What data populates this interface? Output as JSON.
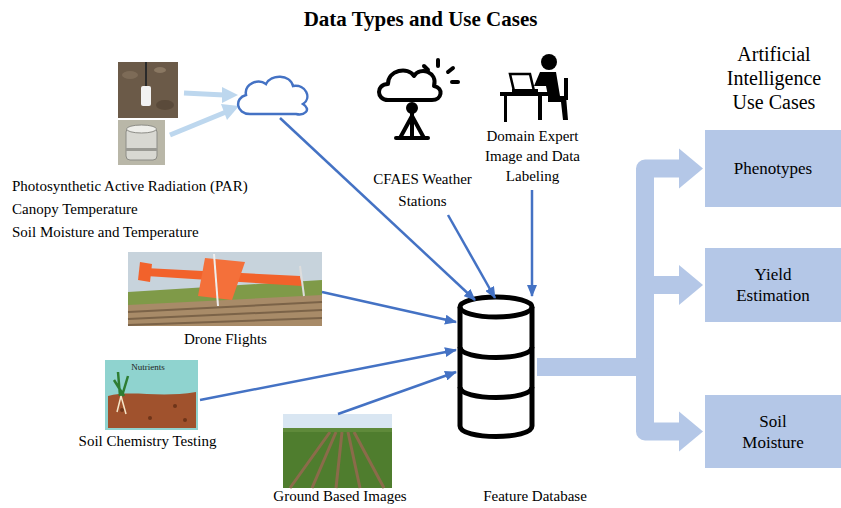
{
  "diagram": {
    "title": "Data Types and Use Cases",
    "nodes": [
      {
        "text": [
          "Photosynthetic Active Radiation (PAR)",
          "Canopy Temperature",
          "Soil Moisture and Temperature"
        ]
      },
      {
        "text": [
          "CFAES Weather Stations"
        ]
      },
      {
        "text": [
          "Domain Expert Image and Data Labeling"
        ]
      },
      {
        "text": [
          "Drone Flights"
        ]
      },
      {
        "text": [
          "Soil Chemistry Testing"
        ]
      },
      {
        "text": [
          "Ground Based Images"
        ]
      },
      {
        "text": [
          "Feature Database"
        ]
      },
      {
        "text": [
          "Phenotypes"
        ]
      },
      {
        "text": [
          "Yield Estimation"
        ]
      },
      {
        "text": [
          "Soil Moisture"
        ]
      }
    ],
    "edges": [
      {
        "from": 0,
        "to": 6,
        "arrow": "to"
      },
      {
        "from": 1,
        "to": 6,
        "arrow": "to"
      },
      {
        "from": 2,
        "to": 6,
        "arrow": "to"
      },
      {
        "from": 3,
        "to": 6,
        "arrow": "to"
      },
      {
        "from": 4,
        "to": 6,
        "arrow": "to"
      },
      {
        "from": 5,
        "to": 6,
        "arrow": "to"
      },
      {
        "from": 6,
        "to": 7,
        "arrow": "to"
      },
      {
        "from": 6,
        "to": 8,
        "arrow": "to"
      },
      {
        "from": 6,
        "to": 9,
        "arrow": "to"
      }
    ],
    "labels": [
      "Artificial Intelligence Use Cases",
      "Nutrients"
    ]
  }
}
